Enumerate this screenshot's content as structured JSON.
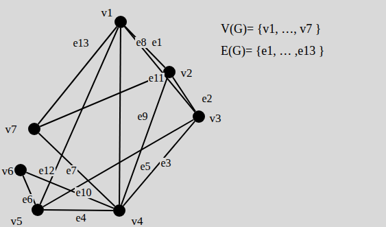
{
  "diagram": {
    "nodes": [
      {
        "text": [
          "v1"
        ]
      },
      {
        "text": [
          "v2"
        ]
      },
      {
        "text": [
          "v3"
        ]
      },
      {
        "text": [
          "v4"
        ]
      },
      {
        "text": [
          "v5"
        ]
      },
      {
        "text": [
          "v6"
        ]
      },
      {
        "text": [
          "v7"
        ]
      }
    ],
    "edges": [
      {
        "from": 0,
        "to": 1,
        "arrow": "none",
        "label": "e1"
      },
      {
        "from": 1,
        "to": 2,
        "arrow": "none",
        "label": "e2"
      },
      {
        "from": 2,
        "to": 3,
        "arrow": "none",
        "label": "e3"
      },
      {
        "from": 3,
        "to": 4,
        "arrow": "none",
        "label": "e4"
      },
      {
        "from": 1,
        "to": 3,
        "arrow": "none",
        "label": "e5"
      },
      {
        "from": 4,
        "to": 5,
        "arrow": "none",
        "label": "e6"
      },
      {
        "from": 6,
        "to": 3,
        "arrow": "none",
        "label": "e7"
      },
      {
        "from": 0,
        "to": 2,
        "arrow": "none",
        "label": "e8"
      },
      {
        "from": 0,
        "to": 3,
        "arrow": "none",
        "label": "e9"
      },
      {
        "from": 5,
        "to": 3,
        "arrow": "none",
        "label": "e10"
      },
      {
        "from": 1,
        "to": 6,
        "arrow": "none",
        "label": "e11"
      },
      {
        "from": 0,
        "to": 4,
        "arrow": "none",
        "label": "e12"
      },
      {
        "from": 0,
        "to": 6,
        "arrow": "none",
        "label": "e13"
      },
      {
        "from": 4,
        "to": 2,
        "arrow": "none"
      }
    ],
    "labels": [
      "V(G)= {v1, …, v7 }",
      "E(G)= {e1, … ,e13 }"
    ]
  }
}
